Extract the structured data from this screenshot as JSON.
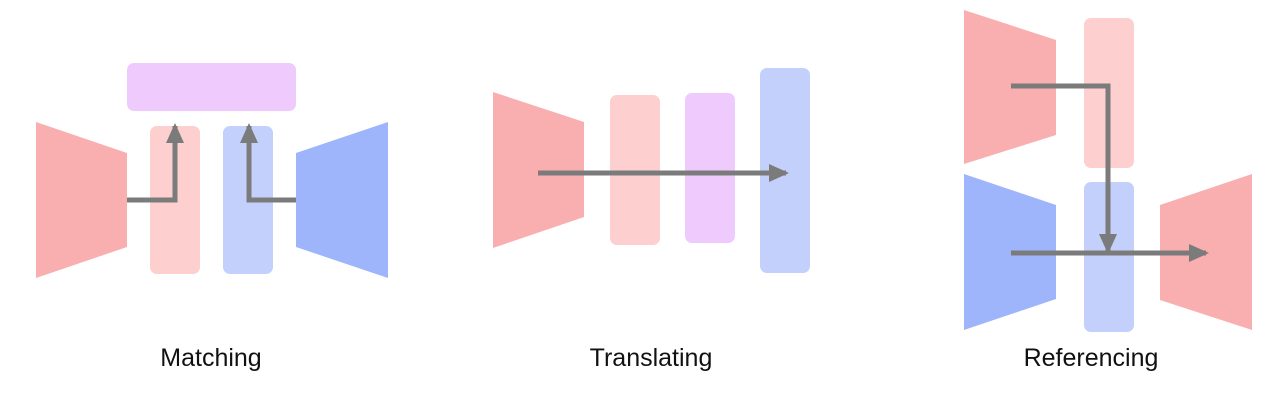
{
  "colors": {
    "encoder_red": "#f9aeb0",
    "feature_red": "#fdcfcf",
    "encoder_blue": "#9fb5fb",
    "feature_blue": "#c3d0fb",
    "feature_purple": "#efcafc",
    "arrow": "#7b7b7b"
  },
  "diagrams": [
    {
      "caption": "Matching"
    },
    {
      "caption": "Translating"
    },
    {
      "caption": "Referencing"
    }
  ]
}
